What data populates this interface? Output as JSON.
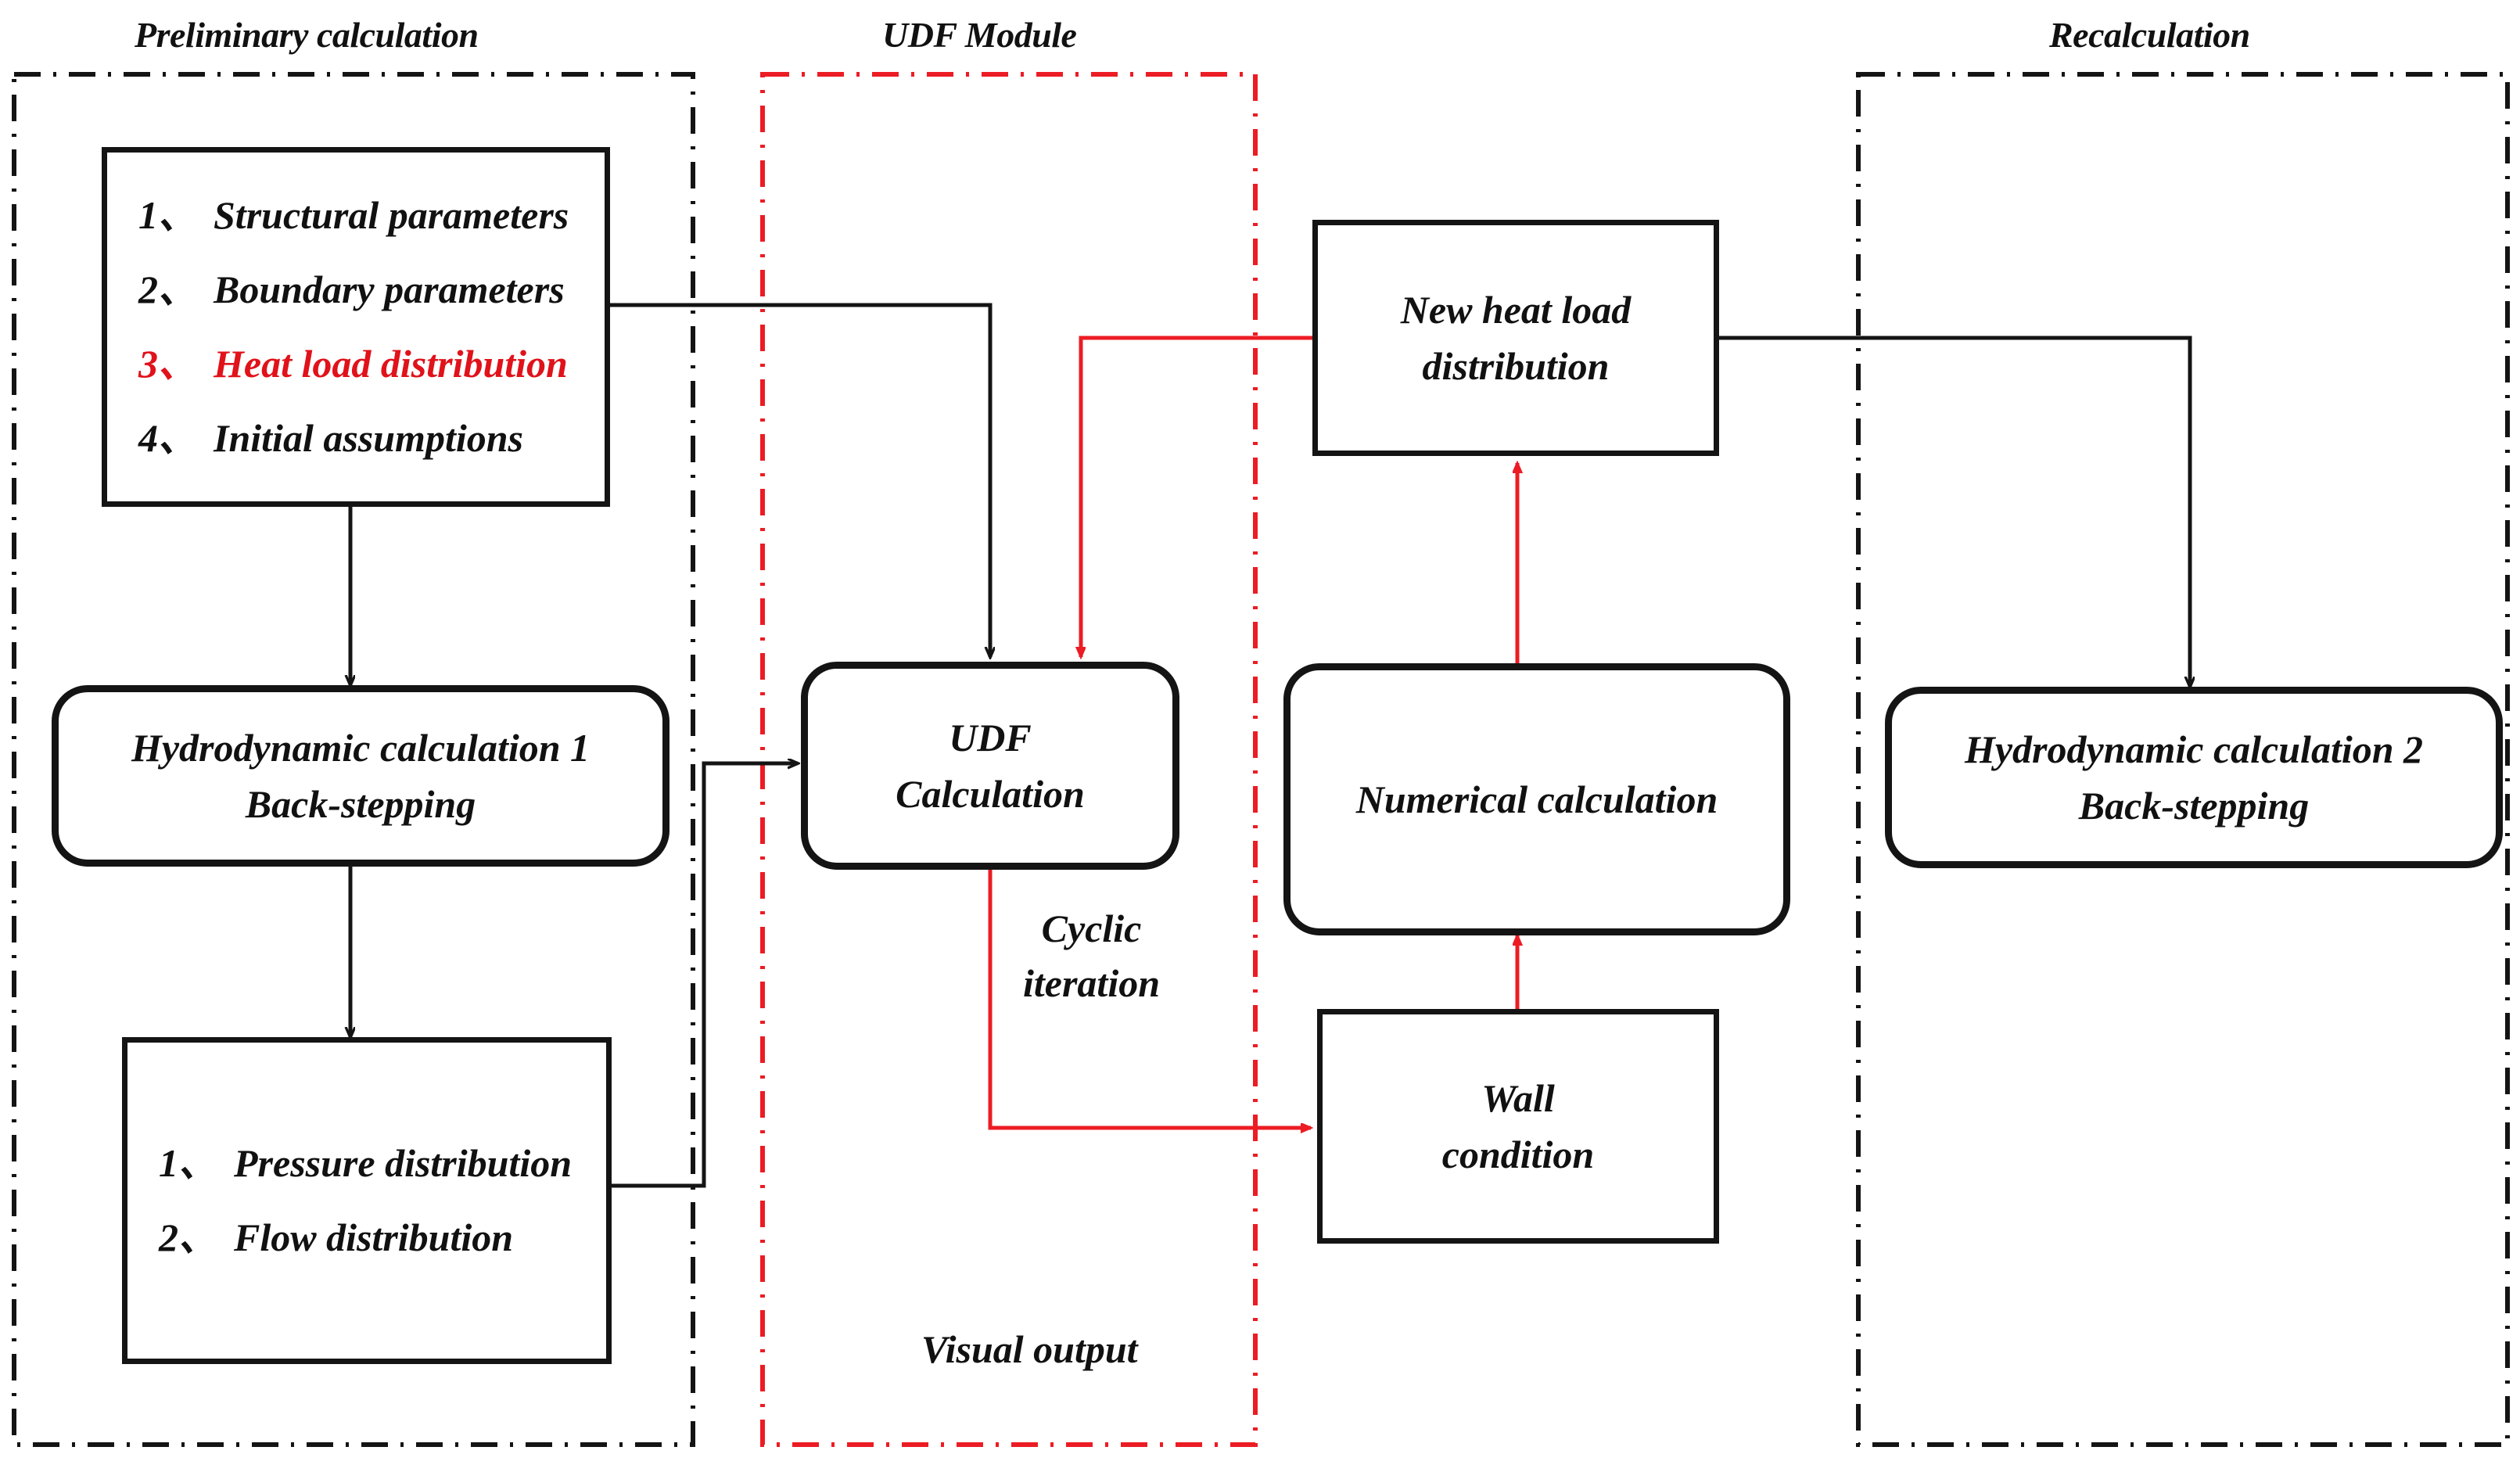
{
  "diagram": {
    "title_color": "#111111",
    "accent_color": "#e0121a",
    "line_color": "#141414",
    "panels": [
      {
        "key": "preliminary",
        "label": "Preliminary calculation",
        "border_style": "dash-dot",
        "border_color": "#141414"
      },
      {
        "key": "udf",
        "label": "UDF Module",
        "border_style": "dash-dot",
        "border_color": "#e0121a"
      },
      {
        "key": "recalc",
        "label": "Recalculation",
        "border_style": "dash-dot",
        "border_color": "#141414"
      }
    ],
    "nodes": {
      "inputs": {
        "shape": "rect",
        "rows": [
          {
            "num": "1、",
            "text": "Structural parameters",
            "accent": false
          },
          {
            "num": "2、",
            "text": "Boundary parameters",
            "accent": false
          },
          {
            "num": "3、",
            "text": "Heat load  distribution",
            "accent": true
          },
          {
            "num": "4、",
            "text": "Initial assumptions",
            "accent": false
          }
        ]
      },
      "hydro1": {
        "shape": "rounded-rect",
        "lines": [
          "Hydrodynamic calculation 1",
          "Back-stepping"
        ]
      },
      "results": {
        "shape": "rect",
        "rows": [
          {
            "num": "1、",
            "text": "Pressure distribution",
            "accent": false
          },
          {
            "num": "2、",
            "text": "Flow distribution",
            "accent": false
          }
        ]
      },
      "udf_calc": {
        "shape": "rounded-rect",
        "lines": [
          "UDF",
          "Calculation"
        ]
      },
      "new_load": {
        "shape": "rect",
        "lines": [
          "New heat load",
          "distribution"
        ]
      },
      "numerical": {
        "shape": "rounded-rect",
        "lines": [
          "Numerical  calculation"
        ]
      },
      "wall": {
        "shape": "rect",
        "lines": [
          "Wall",
          "condition"
        ]
      },
      "hydro2": {
        "shape": "rounded-rect",
        "lines": [
          "Hydrodynamic calculation 2",
          "Back-stepping"
        ]
      }
    },
    "edge_labels": {
      "cyclic": "Cyclic\niteration",
      "cyclic_line1": "Cyclic",
      "cyclic_line2": "iteration",
      "visual_output": "Visual output"
    }
  }
}
